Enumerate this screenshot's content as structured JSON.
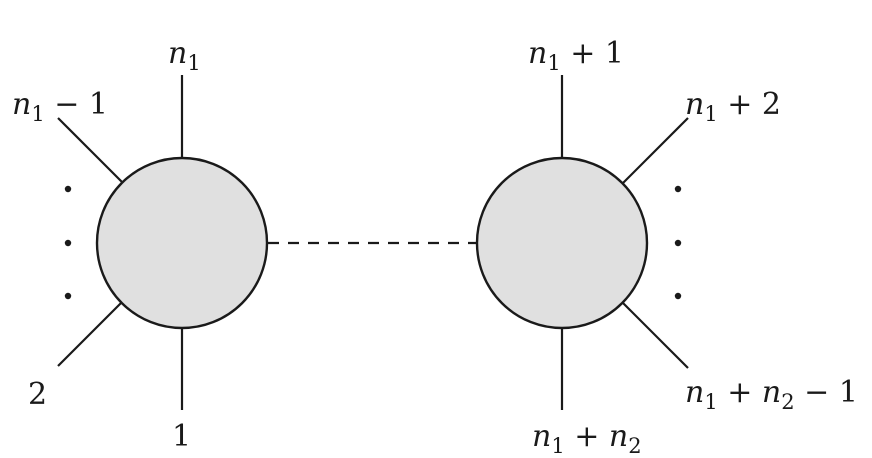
{
  "diagram": {
    "left_blob": {
      "legs": [
        {
          "var": "n",
          "sub": "1",
          "rest": ""
        },
        {
          "var": "n",
          "sub": "1",
          "rest": " − 1"
        },
        {
          "var": "",
          "sub": "",
          "rest": "2"
        },
        {
          "var": "",
          "sub": "",
          "rest": "1"
        }
      ]
    },
    "right_blob": {
      "legs": [
        {
          "var": "n",
          "sub": "1",
          "rest": " + 1"
        },
        {
          "var": "n",
          "sub": "1",
          "rest": " + 2"
        },
        {
          "var": "n",
          "sub": "1",
          "rest": " + ",
          "var2": "n",
          "sub2": "2",
          "rest2": " − 1"
        },
        {
          "var": "n",
          "sub": "1",
          "rest": " + ",
          "var2": "n",
          "sub2": "2",
          "rest2": ""
        }
      ]
    },
    "colors": {
      "blob_fill": "#e0e0e0",
      "stroke": "#1a1a1a"
    }
  }
}
